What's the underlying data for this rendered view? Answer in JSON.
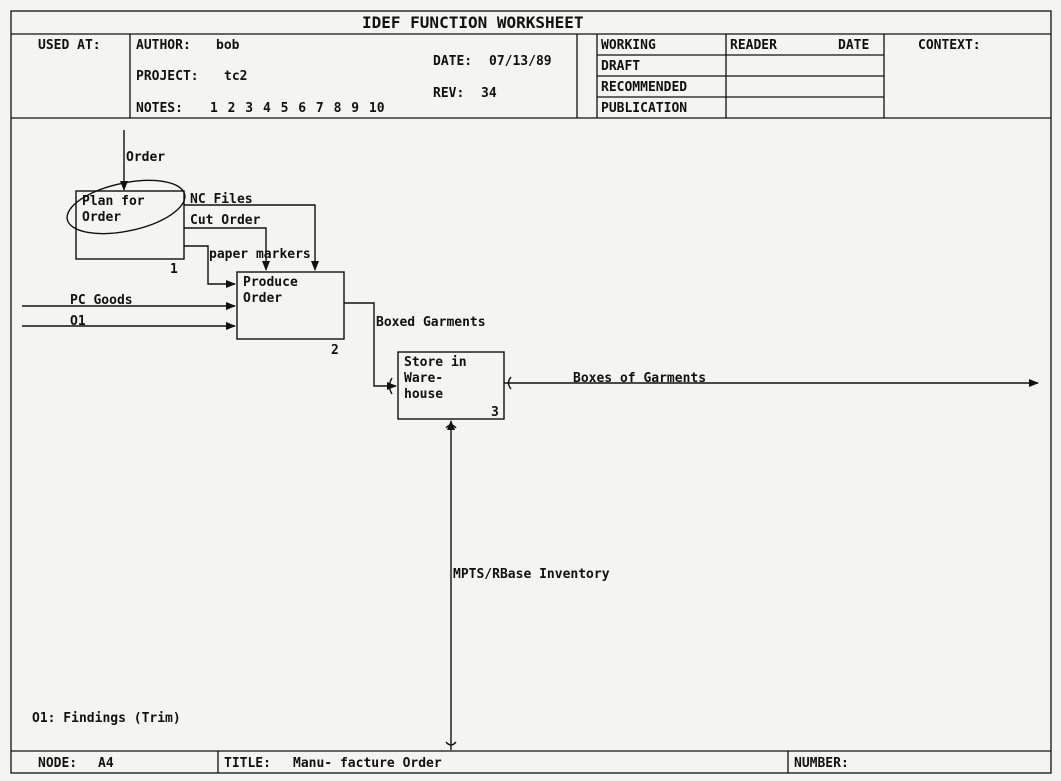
{
  "worksheet": {
    "title": "IDEF FUNCTION WORKSHEET",
    "used_at_label": "USED AT:",
    "author_label": "AUTHOR:",
    "author": "bob",
    "project_label": "PROJECT:",
    "project": "tc2",
    "notes_label": "NOTES:",
    "notes": "1 2 3 4 5 6 7 8 9 10",
    "date_label": "DATE:",
    "date": "07/13/89",
    "rev_label": "REV:",
    "rev": "34",
    "status": [
      "WORKING",
      "DRAFT",
      "RECOMMENDED",
      "PUBLICATION"
    ],
    "reader_label": "READER",
    "reader_date_label": "DATE",
    "context_label": "CONTEXT:"
  },
  "diagram": {
    "boxes": [
      {
        "line1": "Plan for",
        "line2": "Order",
        "number": "1"
      },
      {
        "line1": "Produce",
        "line2": "Order",
        "number": "2"
      },
      {
        "line1": "Store in",
        "line2": "Ware-",
        "line3": "house",
        "number": "3"
      }
    ],
    "arrows": {
      "order": "Order",
      "nc_files": "NC Files",
      "cut_order": "Cut Order",
      "paper_markers": "paper markers",
      "pc_goods": "PC Goods",
      "o1": "O1",
      "boxed_garments": "Boxed Garments",
      "boxes_of_garments": "Boxes of Garments",
      "mpts": "MPTS/RBase Inventory"
    },
    "footnote": "O1: Findings (Trim)"
  },
  "footer": {
    "node_label": "NODE:",
    "node": "A4",
    "title_label": "TITLE:",
    "title": "Manu- facture Order",
    "number_label": "NUMBER:"
  }
}
